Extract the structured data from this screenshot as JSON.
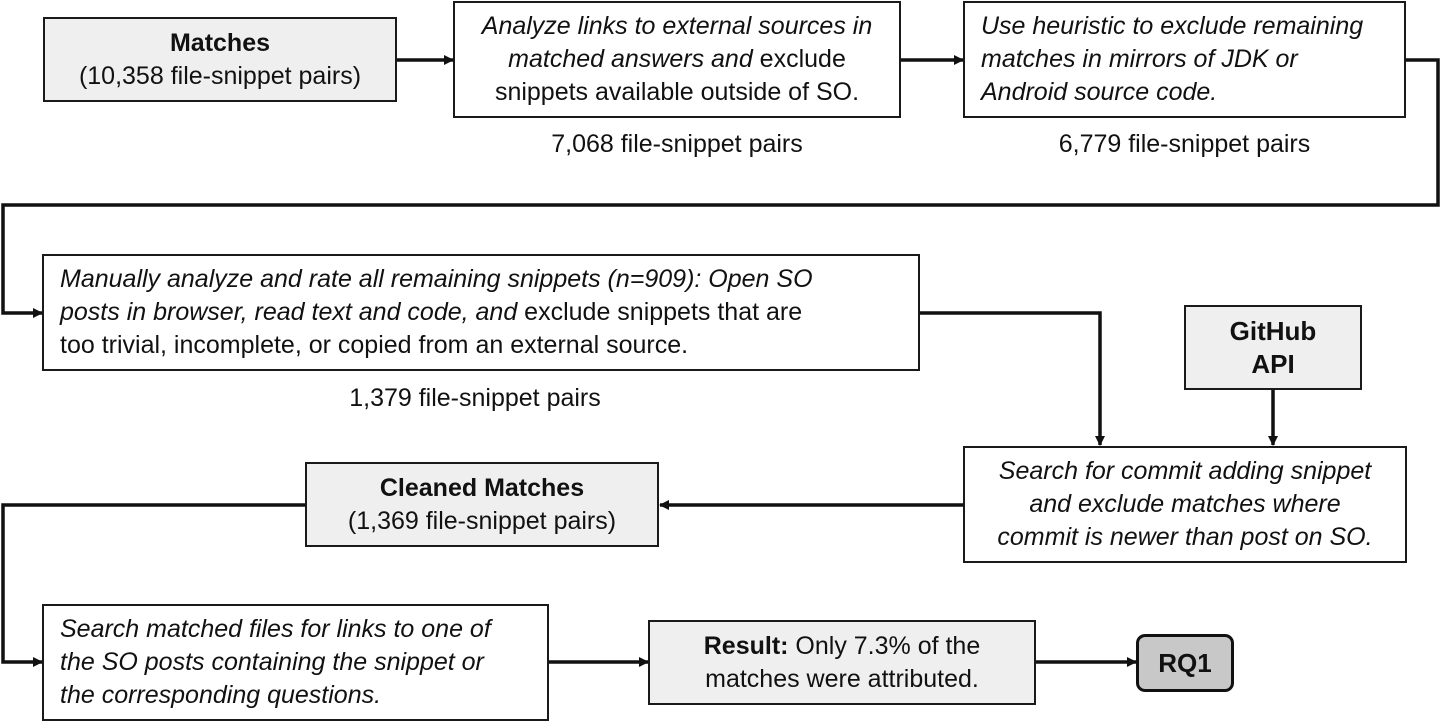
{
  "matches": {
    "title": "Matches",
    "subtitle": "(10,358 file-snippet pairs)"
  },
  "step1": {
    "italic1": "Analyze links to external sources in",
    "italic2": "matched answers and",
    "normal2": " exclude",
    "normal3": "snippets available outside of SO.",
    "count": "7,068 file-snippet pairs"
  },
  "step2": {
    "line1": "Use heuristic to exclude remaining",
    "line2": "matches in mirrors of JDK or",
    "line3": "Android source code.",
    "count": "6,779 file-snippet pairs"
  },
  "step3": {
    "line1": "Manually analyze and rate all remaining snippets (n=909): Open SO",
    "line2_italic": "posts in browser, read text and code, and",
    "line2_normal": " exclude snippets that are",
    "line3": "too trivial, incomplete, or copied from an external source.",
    "count": "1,379 file-snippet pairs"
  },
  "github": {
    "line1": "GitHub",
    "line2": "API"
  },
  "step4": {
    "line1": "Search for commit adding snippet",
    "line2": "and exclude matches where",
    "line3": "commit is newer than post on SO."
  },
  "cleaned": {
    "title": "Cleaned Matches",
    "subtitle": "(1,369 file-snippet pairs)"
  },
  "step5": {
    "line1": "Search matched files for links to one of",
    "line2": "the SO posts containing the snippet or",
    "line3": "the corresponding questions."
  },
  "result": {
    "label": "Result:",
    "line1_rest": " Only 7.3% of the",
    "line2": "matches were attributed."
  },
  "rq": {
    "label": "RQ1"
  }
}
